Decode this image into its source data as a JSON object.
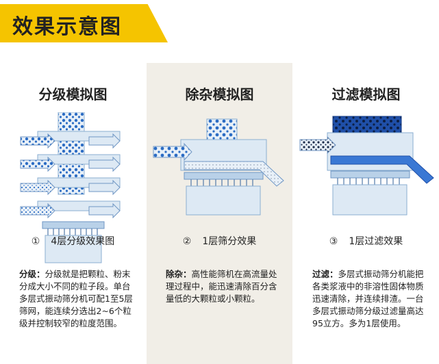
{
  "header": {
    "title": "效果示意图"
  },
  "columns": [
    {
      "title": "分级模拟图",
      "caption_num": "①",
      "caption": "4层分级效果图",
      "desc_label": "分级：",
      "desc_text": "分级就是把颗粒、粉末分成大小不同的粒子段。单台多层式振动筛分机可配1至5层筛网，能连续分选出2~6个粒级并控制较窄的粒度范围。"
    },
    {
      "title": "除杂模拟图",
      "caption_num": "②",
      "caption": "1层筛分效果",
      "desc_label": "除杂：",
      "desc_text": "高性能筛机在高流量处理过程中，能迅速清除百分含量低的大颗粒或小颗粒。"
    },
    {
      "title": "过滤模拟图",
      "caption_num": "③",
      "caption": "1层过滤效果",
      "desc_label": "过滤：",
      "desc_text": "多层式振动筛分机能把各类浆液中的非溶性固体物质迅速清除，并连续排渣。一台多层式振动筛分级过滤量高达95立方。多为1层使用。"
    }
  ],
  "colors": {
    "accent": "#f5c400",
    "machine_light": "#dde9f4",
    "machine_mid": "#b9d1e8",
    "particle_blue": "#2b6cc4",
    "liquid_dark": "#1f4fa8",
    "arrow_fill": "#d5e4f2"
  }
}
